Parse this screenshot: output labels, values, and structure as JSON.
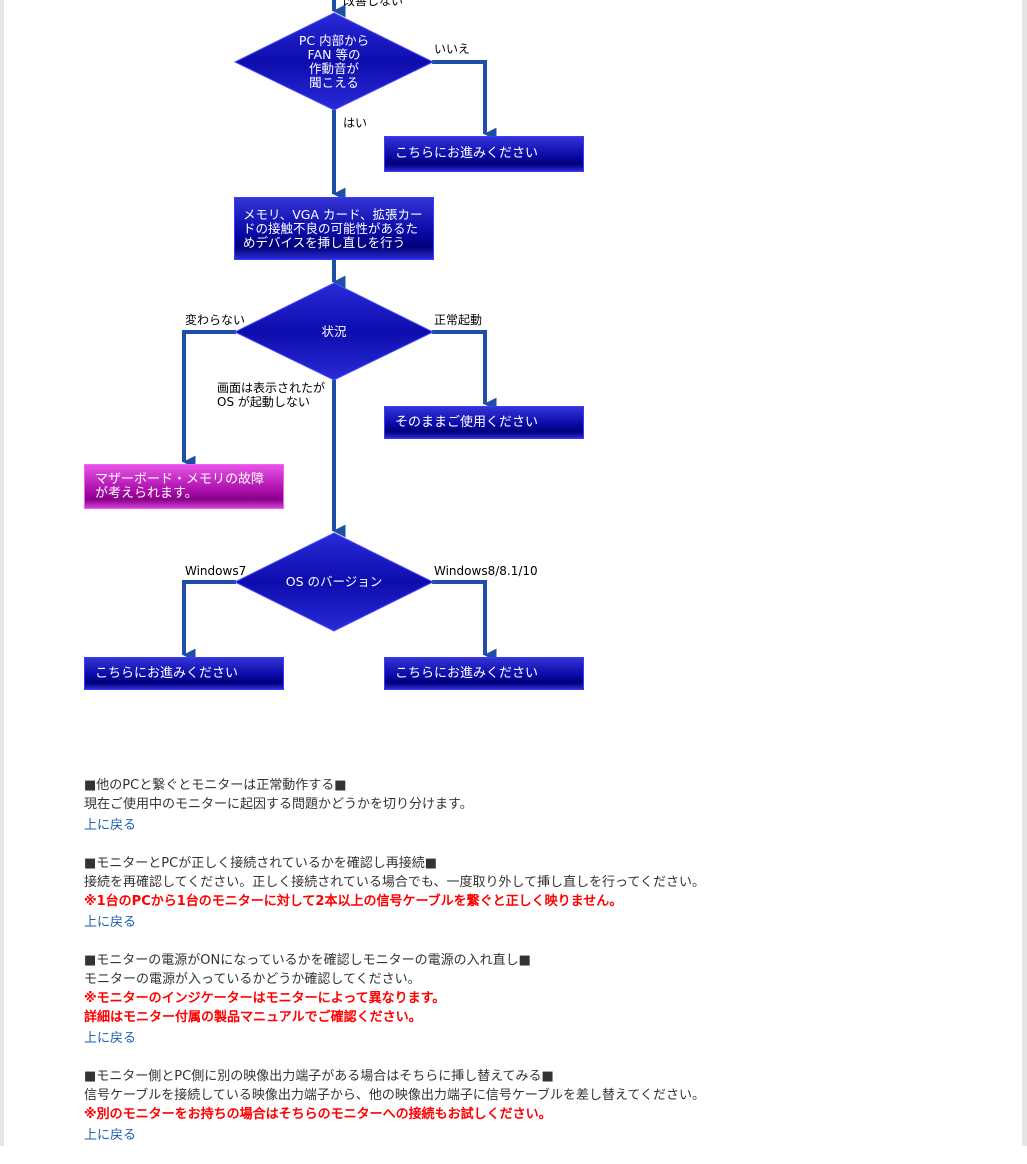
{
  "flowchart": {
    "top_label": "改善しない",
    "decision_fan": "PC 内部から\nFAN 等の\n作動音が\n聞こえる",
    "label_no": "いいえ",
    "label_yes": "はい",
    "result_proceed_1": "こちらにお進みください",
    "process_reseat": "メモリ、VGA カード、拡張カードの接触不良の可能性があるためデバイスを挿し直しを行う",
    "decision_status": "状況",
    "label_unchanged": "変わらない",
    "label_normal_boot": "正常起動",
    "label_os_not_boot": "画面は表示されたが\nOS が起動しない",
    "result_continue": "そのままご使用ください",
    "result_mb_failure": "マザーボード・メモリの故障が考えられます。",
    "decision_os": "OS のバージョン",
    "label_win7": "Windows7",
    "label_win8": "Windows8/8.1/10",
    "result_proceed_win7": "こちらにお進みください",
    "result_proceed_win8": "こちらにお進みください"
  },
  "sections": [
    {
      "heading": "■他のPCと繋ぐとモニターは正常動作する■",
      "body": "現在ご使用中のモニターに起因する問題かどうかを切り分けます。",
      "warnings": [],
      "back_link": "上に戻る"
    },
    {
      "heading": "■モニターとPCが正しく接続されているかを確認し再接続■",
      "body": "接続を再確認してください。正しく接続されている場合でも、一度取り外して挿し直しを行ってください。",
      "warnings": [
        "※1台のPCから1台のモニターに対して2本以上の信号ケーブルを繋ぐと正しく映りません。"
      ],
      "back_link": "上に戻る"
    },
    {
      "heading": "■モニターの電源がONになっているかを確認しモニターの電源の入れ直し■",
      "body": "モニターの電源が入っているかどうか確認してください。",
      "warnings": [
        "※モニターのインジケーターはモニターによって異なります。",
        "詳細はモニター付属の製品マニュアルでご確認ください。"
      ],
      "back_link": "上に戻る"
    },
    {
      "heading": "■モニター側とPC側に別の映像出力端子がある場合はそちらに挿し替えてみる■",
      "body": "信号ケーブルを接続している映像出力端子から、他の映像出力端子に信号ケーブルを差し替えてください。",
      "warnings": [
        "※別のモニターをお持ちの場合はそちらのモニターへの接続もお試しください。"
      ],
      "back_link": "上に戻る"
    }
  ],
  "colors": {
    "node_blue": "#1010b8",
    "connector": "#1e4ea6",
    "result_pink": "#b012b0",
    "warning_red": "#ff0000",
    "link_blue": "#1a5fb4"
  }
}
